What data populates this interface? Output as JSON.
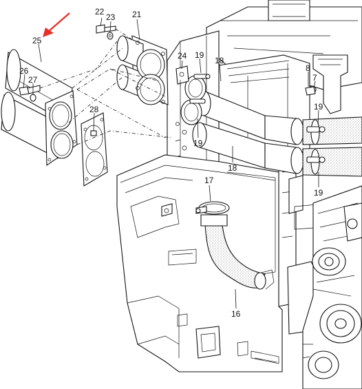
{
  "diagram": {
    "callouts": [
      "25",
      "22",
      "23",
      "21",
      "24",
      "19",
      "18",
      "26",
      "27",
      "28",
      "8",
      "7",
      "17",
      "16"
    ],
    "highlight_arrow_color": "#e5312b",
    "highlight_target": "25"
  }
}
